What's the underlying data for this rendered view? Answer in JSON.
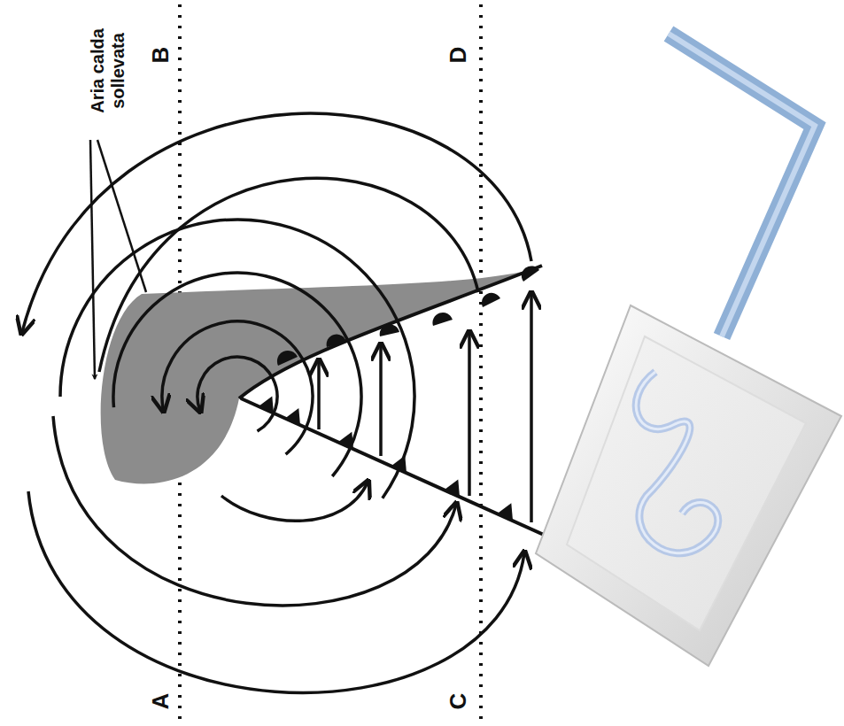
{
  "diagram": {
    "labels": [
      "Aria calda sollevata",
      "A",
      "B",
      "C",
      "D"
    ]
  }
}
